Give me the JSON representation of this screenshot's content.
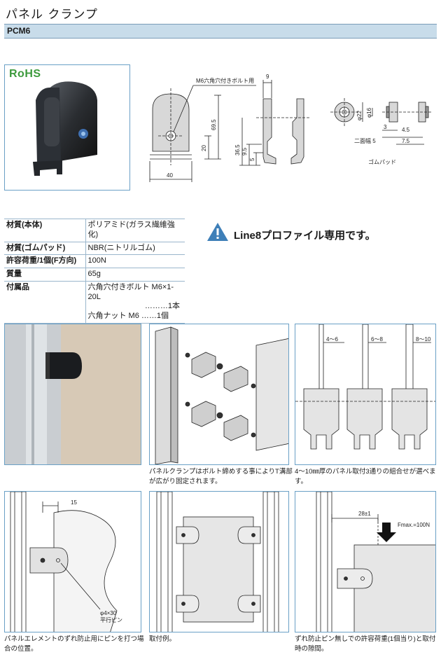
{
  "header": {
    "title": "パネル クランプ",
    "model": "PCM6"
  },
  "badge": {
    "label": "RoHS"
  },
  "drawing": {
    "bolt_label": "M6六角穴付きボルト用",
    "dim_9": "9",
    "dim_69_5": "69.5",
    "dim_20": "20",
    "dim_36_5": "36.5",
    "dim_9_5": "9.5",
    "dim_5a": "5",
    "dim_40": "40",
    "dim_phi22": "φ22",
    "dim_phi16": "φ16",
    "dim_3": "3",
    "dim_4_5": "4.5",
    "dim_nimentaba": "二面幅 5",
    "dim_7_5": "7.5",
    "rubber_pad": "ゴムパッド"
  },
  "spec": {
    "rows": [
      {
        "key": "材質(本体)",
        "value": "ポリアミド(ガラス繊維強化)"
      },
      {
        "key": "材質(ゴムパッド)",
        "value": "NBR(ニトリルゴム)"
      },
      {
        "key": "許容荷重/1個(F方向)",
        "value": "100N"
      },
      {
        "key": "質量",
        "value": "65g"
      }
    ],
    "accessory_key": "付属品",
    "accessory_line1": "六角穴付きボルト M6×1-20L",
    "accessory_line2": "………1本",
    "accessory_line3": "六角ナット M6 ……1個"
  },
  "notice": {
    "text": "Line8プロファイル専用です。"
  },
  "panels": {
    "p2_caption": "パネルクランプはボルト締めする事によりT溝部が広がり固定されます。",
    "p3_caption": "4～10㎜厚のパネル取付3通りの組合せが選べます。",
    "p3_labels": [
      "4～6",
      "6～8",
      "8～10"
    ],
    "p4_dim": "15",
    "p4_pin": "φ4×30",
    "p4_pin2": "平行ピン",
    "p4_caption": "パネルエレメントのずれ防止用にピンを打つ場合の位置。",
    "p5_caption": "取付例。",
    "p6_dim": "28±1",
    "p6_force": "Fmax.=100N",
    "p6_caption": "ずれ防止ピン無しでの許容荷重(1個当り)と取付時の隙間。"
  },
  "colors": {
    "accent_bar": "#c8dcea",
    "panel_border": "#6aa0c6",
    "notice_icon": "#3e7fb8",
    "rohs_green": "#3d9a3d"
  }
}
